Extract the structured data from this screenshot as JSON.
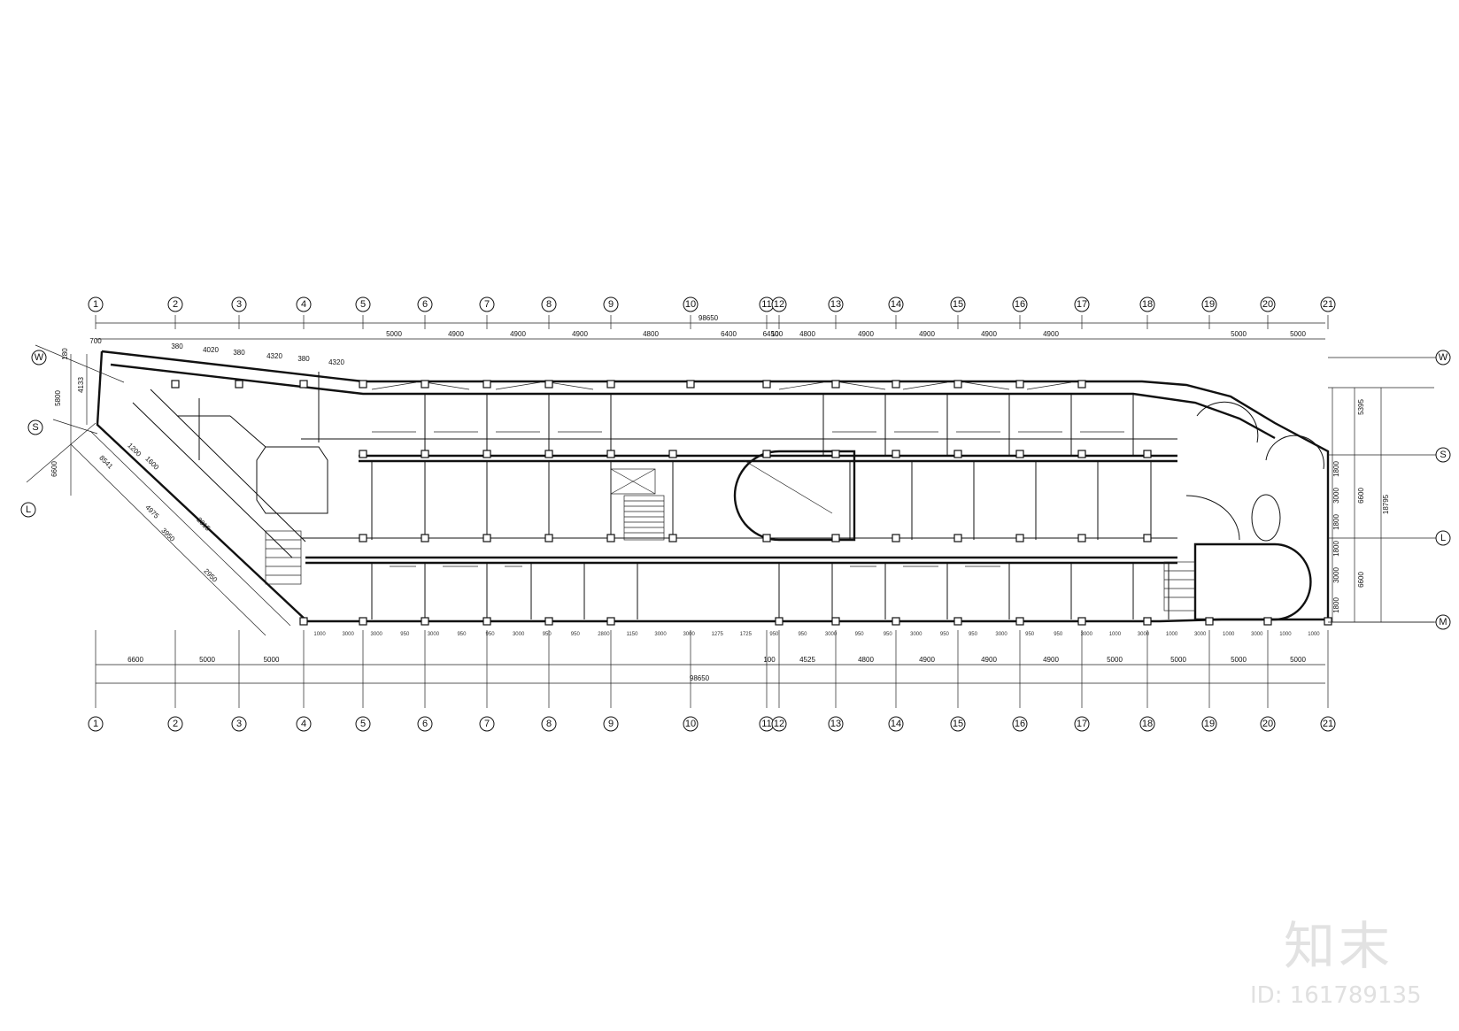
{
  "grid": {
    "columns": [
      "1",
      "2",
      "3",
      "4",
      "5",
      "6",
      "7",
      "8",
      "9",
      "10",
      "11",
      "12",
      "13",
      "14",
      "15",
      "16",
      "17",
      "18",
      "19",
      "20",
      "21"
    ],
    "rows": [
      "W",
      "S",
      "L",
      "M"
    ]
  },
  "dims": {
    "overall": "98650",
    "top_chain": [
      "5000",
      "4900",
      "4900",
      "4900",
      "4800",
      "6400",
      "6450",
      "100",
      "4800",
      "4900",
      "4900",
      "4900",
      "4900",
      "5000",
      "5000"
    ],
    "bottom_chain": [
      "6600",
      "5000",
      "5000",
      "100",
      "4525",
      "4800",
      "4900",
      "4900",
      "4900",
      "5000",
      "5000",
      "5000",
      "5000"
    ],
    "top_left": [
      "700",
      "380",
      "4020",
      "380",
      "4320",
      "380",
      "4320"
    ],
    "right_chain_inner": [
      "1800",
      "3000",
      "1800",
      "1800",
      "3000",
      "1800"
    ],
    "right_chain_mid": [
      "5395",
      "6600",
      "6600"
    ],
    "right_total": "18795",
    "left_vertical": [
      "180",
      "4133",
      "5800",
      "6600"
    ],
    "bottom_row": [
      "1000",
      "3000",
      "3000",
      "950",
      "3000",
      "950",
      "950",
      "3000",
      "950",
      "950",
      "2800",
      "1150",
      "3000",
      "3000",
      "1275",
      "1725",
      "950",
      "950",
      "3000",
      "950",
      "950",
      "3000",
      "950",
      "950",
      "3000",
      "950",
      "950",
      "3000",
      "1000",
      "3000",
      "1000",
      "3000",
      "1000",
      "3000",
      "1000",
      "1000"
    ],
    "left_side": [
      "8541",
      "4975",
      "2950",
      "3950",
      "1200",
      "1600",
      "2315"
    ]
  },
  "watermark": {
    "logo": "知末",
    "id": "ID: 161789135"
  }
}
